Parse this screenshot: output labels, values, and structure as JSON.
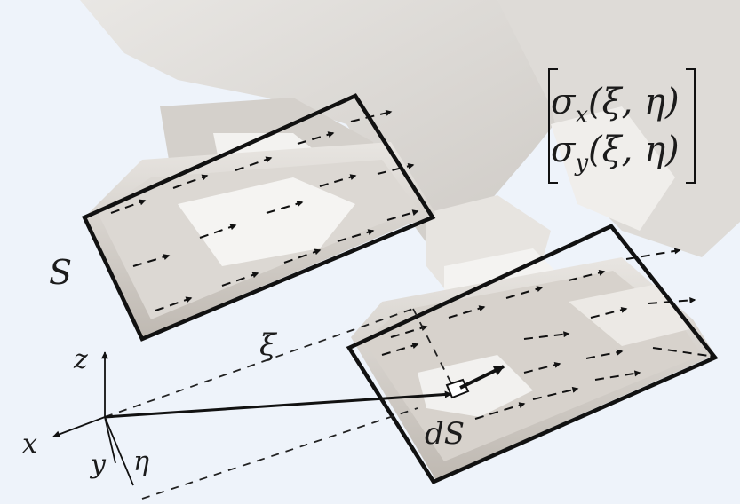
{
  "labels": {
    "surface": "S",
    "xi": "ξ",
    "dS": "dS",
    "z": "z",
    "x": "x",
    "y": "y",
    "eta": "η"
  },
  "matrix": {
    "row1": "σx(ξ, η)",
    "row2": "σy(ξ, η)",
    "row1_symbol": "σ",
    "row1_sub": "x",
    "row1_args": "(ξ, η)",
    "row2_symbol": "σ",
    "row2_sub": "y",
    "row2_args": "(ξ, η)"
  },
  "colors": {
    "background": "#eef3fa",
    "robot_body": "#d9d6d2",
    "robot_light": "#f2f1ef",
    "foot": "#cfcac4",
    "foot_top": "#e6e3df",
    "line": "#111111"
  }
}
